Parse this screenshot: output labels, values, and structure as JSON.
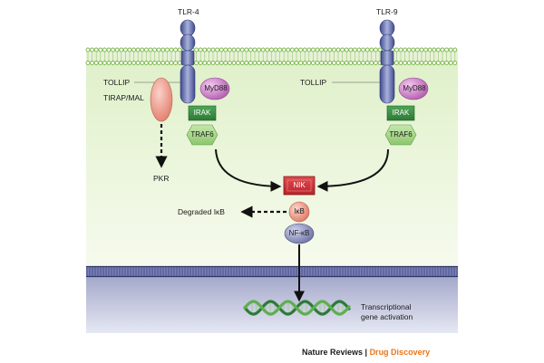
{
  "receptors": {
    "tlr4": "TLR-4",
    "tlr9": "TLR-9"
  },
  "adaptors": {
    "tollip_left": "TOLLIP",
    "tollip_right": "TOLLIP",
    "tirap": "TIRAP/MAL",
    "myd88_left": "MyD88",
    "myd88_right": "MyD88",
    "irak_left": "IRAK",
    "irak_right": "IRAK",
    "traf6_left": "TRAF6",
    "traf6_right": "TRAF6"
  },
  "pathway": {
    "pkr": "PKR",
    "nik": "NIK",
    "ikb": "IκB",
    "nfkb": "NF-κB",
    "degraded": "Degraded IκB"
  },
  "nucleus": {
    "line1": "Transcriptional",
    "line2": "gene activation"
  },
  "credit": {
    "journal": "Nature Reviews",
    "separator": " | ",
    "section": "Drug Discovery"
  },
  "colors": {
    "membrane": "#7ab648",
    "receptor": "#5a66a8",
    "myd88": "#c978c4",
    "irak": "#3f9447",
    "traf6": "#a9d88b",
    "nik": "#d8363a",
    "ikb": "#ef9a86",
    "nfkb": "#8a8fbe",
    "tirap": "#f0a294",
    "credit_accent": "#e8761c"
  }
}
